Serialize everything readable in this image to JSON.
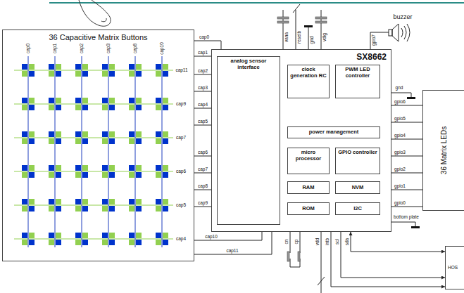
{
  "diagram": {
    "nodes": [
      {
        "text": [
          "36 Capacitive Matrix Buttons"
        ]
      },
      {
        "text": [
          "SX8662"
        ]
      },
      {
        "text": [
          "analog sensor interface"
        ],
        "in": 1
      },
      {
        "text": [
          "clock generation RC"
        ],
        "in": 1
      },
      {
        "text": [
          "PWM LED controller"
        ],
        "in": 1
      },
      {
        "text": [
          "power management"
        ],
        "in": 1
      },
      {
        "text": [
          "micro processor"
        ],
        "in": 1
      },
      {
        "text": [
          "GPIO controller"
        ],
        "in": 1
      },
      {
        "text": [
          "RAM"
        ],
        "in": 1
      },
      {
        "text": [
          "NVM"
        ],
        "in": 1
      },
      {
        "text": [
          "ROM"
        ],
        "in": 1
      },
      {
        "text": [
          "I2C"
        ],
        "in": 1
      },
      {
        "text": [
          "36 Matrix LEDs"
        ]
      },
      {
        "text": [
          "HOS"
        ]
      }
    ],
    "edges": [
      {
        "from": 0,
        "to": 1,
        "arrow": "none",
        "label": "cap0"
      },
      {
        "from": 0,
        "to": 1,
        "arrow": "none",
        "label": "cap1"
      },
      {
        "from": 0,
        "to": 1,
        "arrow": "none",
        "label": "cap2"
      },
      {
        "from": 0,
        "to": 1,
        "arrow": "none",
        "label": "cap3"
      },
      {
        "from": 0,
        "to": 1,
        "arrow": "none",
        "label": "cap4"
      },
      {
        "from": 0,
        "to": 1,
        "arrow": "none",
        "label": "cap5"
      },
      {
        "from": 0,
        "to": 1,
        "arrow": "none",
        "label": "cap6"
      },
      {
        "from": 0,
        "to": 1,
        "arrow": "none",
        "label": "cap7"
      },
      {
        "from": 0,
        "to": 1,
        "arrow": "none",
        "label": "cap8"
      },
      {
        "from": 0,
        "to": 1,
        "arrow": "none",
        "label": "cap9"
      },
      {
        "from": 0,
        "to": 1,
        "arrow": "none",
        "label": "cap10"
      },
      {
        "from": 0,
        "to": 1,
        "arrow": "none",
        "label": "cap11"
      },
      {
        "from": 1,
        "to": 12,
        "arrow": "none",
        "label": "gpio6"
      },
      {
        "from": 1,
        "to": 12,
        "arrow": "none",
        "label": "gpio5"
      },
      {
        "from": 1,
        "to": 12,
        "arrow": "none",
        "label": "gpio4"
      },
      {
        "from": 1,
        "to": 12,
        "arrow": "none",
        "label": "gpio3"
      },
      {
        "from": 1,
        "to": 12,
        "arrow": "none",
        "label": "gpio2"
      },
      {
        "from": 1,
        "to": 12,
        "arrow": "none",
        "label": "gpio1"
      },
      {
        "from": 1,
        "to": 12,
        "arrow": "none",
        "label": "gpio0"
      },
      {
        "from": 1,
        "to": 13,
        "arrow": "to",
        "label": "intb"
      },
      {
        "from": 1,
        "to": 13,
        "arrow": "to",
        "label": "scl"
      },
      {
        "from": 1,
        "to": 13,
        "arrow": "both",
        "label": "sda"
      }
    ],
    "labels": [
      "cap0",
      "cap1",
      "cap2",
      "cap3",
      "cap8",
      "cap10",
      "cap11",
      "cap9",
      "cap7",
      "cap6",
      "cap5",
      "cap4",
      "buzzer",
      "vana",
      "resetb",
      "gnd",
      "vdig",
      "gpio7",
      "gnd",
      "bottom plate",
      "cn",
      "cp",
      "vdd"
    ]
  }
}
